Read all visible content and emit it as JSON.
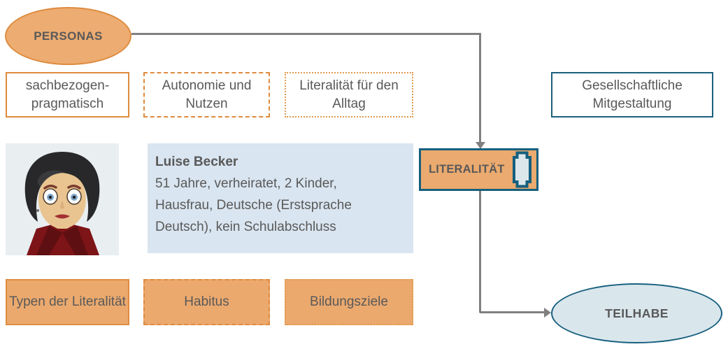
{
  "diagram": {
    "title_node": {
      "label": "PERSONAS"
    },
    "outcome_node": {
      "label": "TEILHABE"
    },
    "process_node": {
      "label": "LITERALITÄT",
      "icon": "scroll-icon"
    },
    "top_row": [
      {
        "label": "sachbezogen-pragmatisch",
        "border_style": "solid-orange"
      },
      {
        "label": "Autonomie und Nutzen",
        "border_style": "dashed-orange"
      },
      {
        "label": "Literalität für den Alltag",
        "border_style": "dotted-orange"
      },
      {
        "label": "Gesellschaftliche Mitgestaltung",
        "border_style": "solid-teal"
      }
    ],
    "bottom_row": [
      {
        "label": "Typen der Literalität",
        "border_style": "solid-orange"
      },
      {
        "label": "Habitus",
        "border_style": "dashed-orange"
      },
      {
        "label": "Bildungsziele",
        "border_style": "dotted-orange"
      }
    ],
    "persona_card": {
      "name": "Luise Becker",
      "details": "51 Jahre, verheiratet, 2 Kinder, Hausfrau, Deutsche (Erstsprache Deutsch), kein Schulabschluss",
      "details_lines": [
        "51 Jahre, verheiratet, 2 Kinder,",
        "Hausfrau, Deutsche (Erstsprache",
        "Deutsch), kein Schulabschluss"
      ],
      "avatar": "woman-portrait-illustration"
    },
    "colors": {
      "orange_fill": "#EDAC71",
      "orange_box_fill": "#EBA96E",
      "orange_border": "#DE8B3E",
      "teal_border": "#1C607C",
      "info_card_fill": "#D9E5F0",
      "teilhabe_fill": "#D9E6EC",
      "text_gray": "#595959",
      "connector_gray": "#808080"
    }
  }
}
